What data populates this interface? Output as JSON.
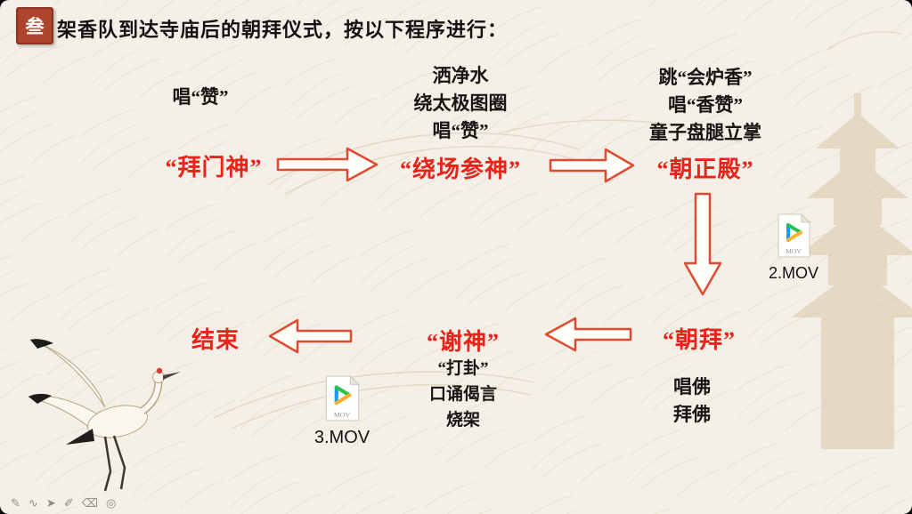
{
  "slide": {
    "badge": "叁",
    "title": "架香队到达寺庙后的朝拜仪式，按以下程序进行：",
    "flow": {
      "step1": {
        "label": "“拜门神”",
        "notes": [
          "唱“赞”"
        ]
      },
      "step2": {
        "label": "“绕场参神”",
        "notes": [
          "洒净水",
          "绕太极图圈",
          "唱“赞”"
        ]
      },
      "step3": {
        "label": "“朝正殿”",
        "notes": [
          "跳“会炉香”",
          "唱“香赞”",
          "童子盘腿立掌"
        ]
      },
      "step4": {
        "label": "“朝拜”",
        "notes": [
          "唱佛",
          "拜佛"
        ]
      },
      "step5": {
        "label": "“谢神”",
        "notes": [
          "“打卦”",
          "口诵偈言",
          "烧架"
        ]
      },
      "step6": {
        "label": "结束"
      }
    },
    "files": {
      "video2": {
        "label": "2.MOV",
        "icon_text": "MOV"
      },
      "video3": {
        "label": "3.MOV",
        "icon_text": "MOV"
      }
    }
  },
  "toolbar": {
    "icons": [
      {
        "name": "pen",
        "glyph": "✎"
      },
      {
        "name": "ink",
        "glyph": "∿"
      },
      {
        "name": "pointer",
        "glyph": "➤"
      },
      {
        "name": "highlighter",
        "glyph": "✐"
      },
      {
        "name": "eraser",
        "glyph": "⌫"
      },
      {
        "name": "laser",
        "glyph": "◎"
      }
    ]
  },
  "colors": {
    "accent_red": "#e8231a",
    "arrow_stroke": "#e14a30",
    "badge_bg": "#ad452e",
    "slide_bg": "#f4f0e8"
  }
}
